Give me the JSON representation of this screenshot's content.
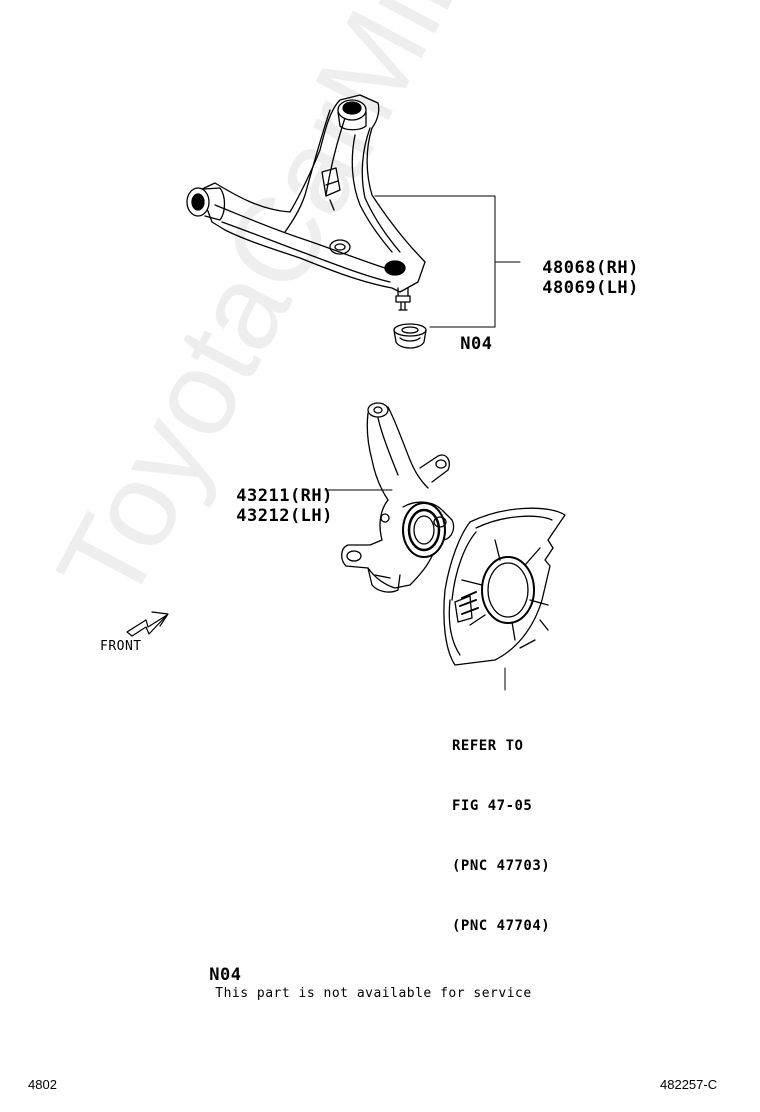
{
  "watermark": "ToyotaCarMine.ru",
  "parts": {
    "lower_arm_rh": "48068(RH)",
    "lower_arm_lh": "48069(LH)",
    "n04_callout": "N04",
    "knuckle_rh": "43211(RH)",
    "knuckle_lh": "43212(LH)"
  },
  "front_label": "FRONT",
  "refer": {
    "line1": "REFER TO",
    "line2": "FIG 47-05",
    "line3": "(PNC 47703)",
    "line4": "(PNC 47704)"
  },
  "note": {
    "code": "N04",
    "text": "This part is not available for service"
  },
  "footer": {
    "left": "4802",
    "right": "482257-C"
  }
}
